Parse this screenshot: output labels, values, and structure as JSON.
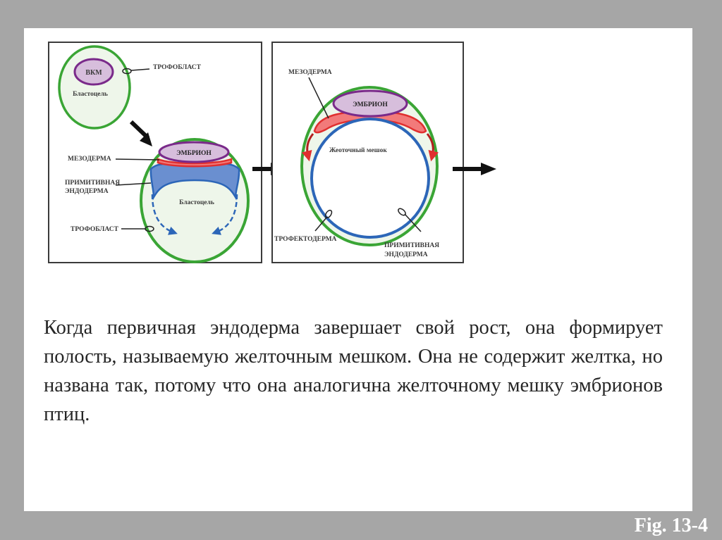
{
  "diagram": {
    "panel_left": {
      "icm_label": "ВКМ",
      "trophoblast_label_top": "ТРОФОБЛАСТ",
      "blastocoel_label_top": "Бластоцель",
      "embryo_label": "ЭМБРИОН",
      "mesoderm_label": "МЕЗОДЕРМА",
      "primitive_endoderm_label": [
        "ПРИМИТИВНАЯ",
        "ЭНДОДЕРМА"
      ],
      "blastocoel_label_bottom": "Бластоцель",
      "trophoblast_label_bottom": "ТРОФОБЛАСТ"
    },
    "panel_right": {
      "mesoderm_label": "МЕЗОДЕРМА",
      "embryo_label": "ЭМБРИОН",
      "yolk_sac_label": "Жеоточный мешок",
      "trophectoderm_label": "ТРОФЕКТОДЕРМА",
      "primitive_endoderm_label": [
        "ПРИМИТИВНАЯ",
        "ЭНДОДЕРМА"
      ]
    },
    "colors": {
      "trophoblast": "#3aa535",
      "embryo_fill": "#d7bedc",
      "embryo_stroke": "#7a2a8a",
      "mesoderm": "#e02f2f",
      "endoderm": "#2c66b8",
      "cell_fill": "#eef6ea"
    }
  },
  "caption": "Когда первичная эндодерма завершает свой рост, она формирует полость, называемую желточным мешком. Она не содержит желтка, но названа так, потому что она аналогична желточному мешку эмбрионов птиц.",
  "figure_label": "Fig. 13-4"
}
